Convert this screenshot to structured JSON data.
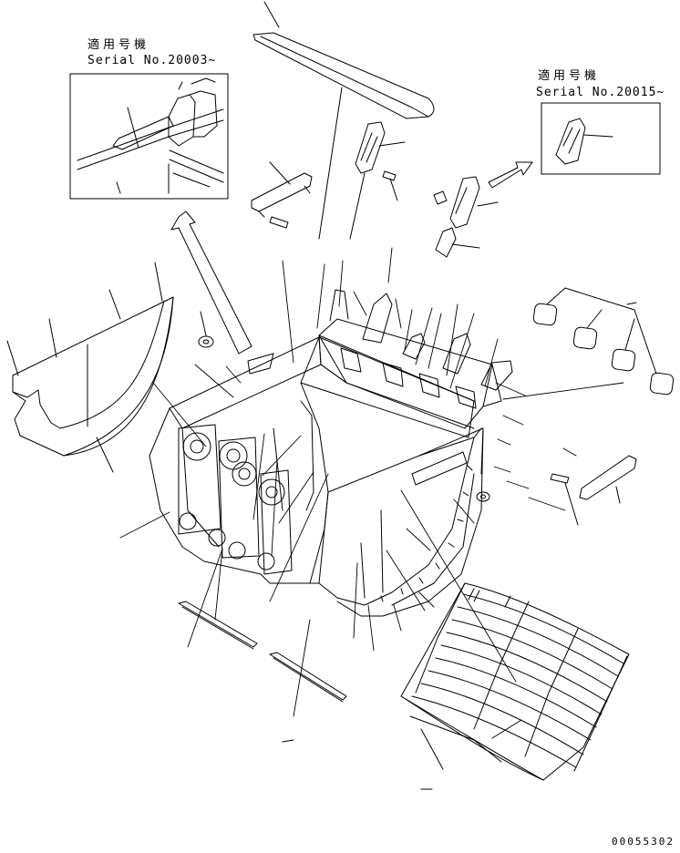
{
  "inset_left": {
    "applicability_label": "適用号機",
    "serial_label": "Serial No.20003~"
  },
  "inset_right": {
    "applicability_label": "適用号機",
    "serial_label": "Serial No.20015~"
  },
  "document_number": "00055302",
  "colors": {
    "line": "#000000",
    "background": "#ffffff"
  }
}
